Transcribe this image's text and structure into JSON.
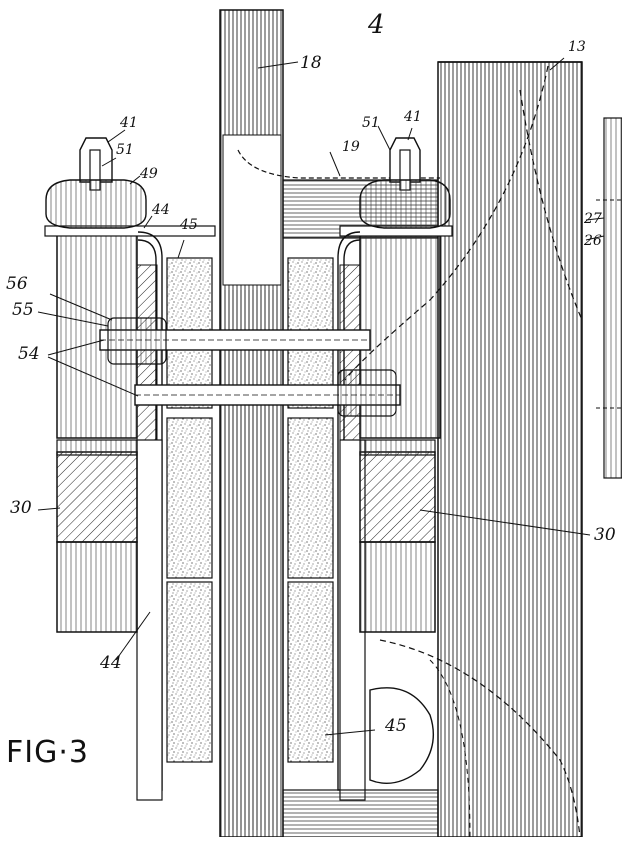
{
  "figure_label": "FIG·3",
  "labels": {
    "top_4": "4",
    "l18": "18",
    "l13": "13",
    "l19": "19",
    "l41_left": "41",
    "l41_right": "41",
    "l51_left": "51",
    "l51_right": "51",
    "l49": "49",
    "l44_top": "44",
    "l45_top": "45",
    "l27": "27",
    "l26": "26",
    "l56": "56",
    "l55": "55",
    "l54": "54",
    "l30_left": "30",
    "l30_right": "30",
    "l44_bottom": "44",
    "l45_bottom": "45"
  }
}
